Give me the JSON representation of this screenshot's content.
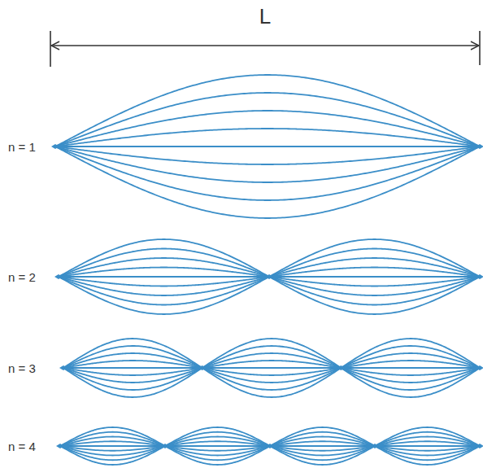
{
  "diagram": {
    "labels": [
      "L",
      "n = 1",
      "n = 2",
      "n = 3",
      "n = 4"
    ]
  }
}
